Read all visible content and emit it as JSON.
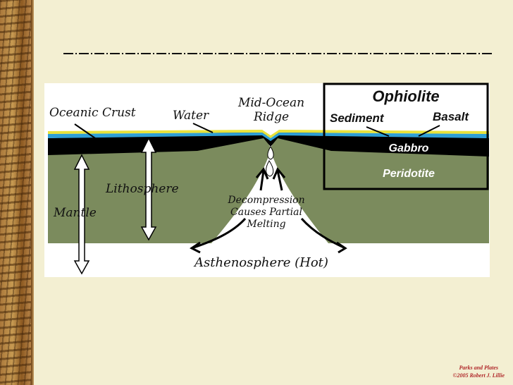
{
  "diagram": {
    "labels": {
      "oceanic_crust": "Oceanic Crust",
      "water": "Water",
      "mid_ocean_ridge_line1": "Mid-Ocean",
      "mid_ocean_ridge_line2": "Ridge",
      "lithosphere": "Lithosphere",
      "mantle": "Mantle",
      "decompression_line1": "Decompression",
      "decompression_line2": "Causes Partial",
      "decompression_line3": "Melting",
      "asthenosphere": "Asthenosphere (Hot)"
    },
    "ophiolite": {
      "title": "Ophiolite",
      "sediment": "Sediment",
      "basalt": "Basalt",
      "gabbro": "Gabbro",
      "peridotite": "Peridotite"
    },
    "colors": {
      "lithosphere_mantle": "#7b8b5d",
      "oceanic_crust": "#000000",
      "water": "#2e9fd6",
      "sediment_band": "#e8e23a",
      "asthenosphere": "#ffffff",
      "panel_background": "#f3efd2",
      "credit_text": "#b0282a"
    }
  },
  "credit": {
    "line1": "Parks and Plates",
    "line2": "©2005 Robert J. Lillie"
  }
}
